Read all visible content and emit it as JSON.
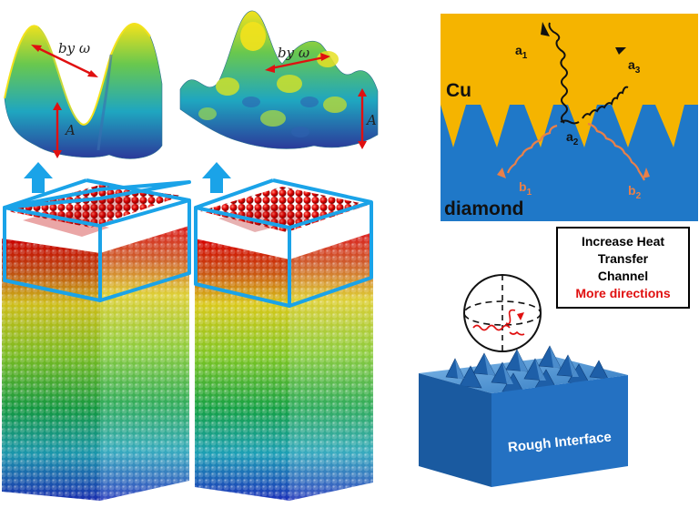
{
  "wave_left": {
    "label": "by ω",
    "amplitude_label": "A"
  },
  "wave_right": {
    "label": "by ω",
    "amplitude_label": "A"
  },
  "interface_panel": {
    "metal_label": "Cu",
    "substrate_label": "diamond",
    "phonons": [
      {
        "base": "a",
        "sub": "1"
      },
      {
        "base": "a",
        "sub": "2"
      },
      {
        "base": "a",
        "sub": "3"
      },
      {
        "base": "b",
        "sub": "1"
      },
      {
        "base": "b",
        "sub": "2"
      }
    ],
    "colors": {
      "cu": "#f5b400",
      "diamond": "#1f78c8",
      "b_phonon": "#e8804a"
    }
  },
  "info_box": {
    "line1": "Increase Heat",
    "line2": "Transfer",
    "line3": "Channel",
    "line4": "More directions"
  },
  "block_label": "Rough Interface",
  "colors": {
    "frame": "#1aa3e8",
    "arrow": "#1aa3e8",
    "amp_arrow": "#e01010",
    "block": "#1e5fa8"
  }
}
